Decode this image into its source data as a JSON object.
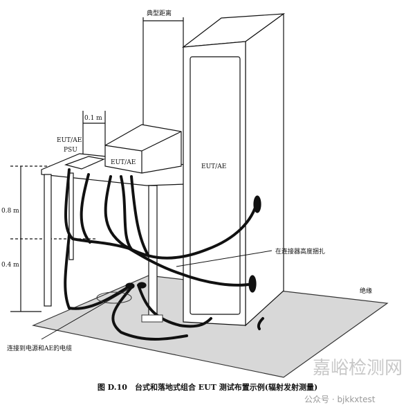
{
  "labels": {
    "typical_distance": "典型距离",
    "gap": "0.1 m",
    "eut_ae_psu_1": "EUT/AE",
    "eut_ae_psu_2": "PSU",
    "eut_ae_table": "EUT/AE",
    "eut_ae_cabinet": "EUT/AE",
    "height_08": "0.8 m",
    "height_04": "0.4 m",
    "bundle_note": "在连接器高度捆扎",
    "insulation": "绝缘",
    "cable_note": "连接到电源和AE的电缆"
  },
  "caption": "图 D.10　台式和落地式组合 EUT 测试布置示例(辐射发射测量)",
  "watermark": {
    "brand": "嘉峪检测网",
    "account": "公众号 · bjkkxtest"
  }
}
